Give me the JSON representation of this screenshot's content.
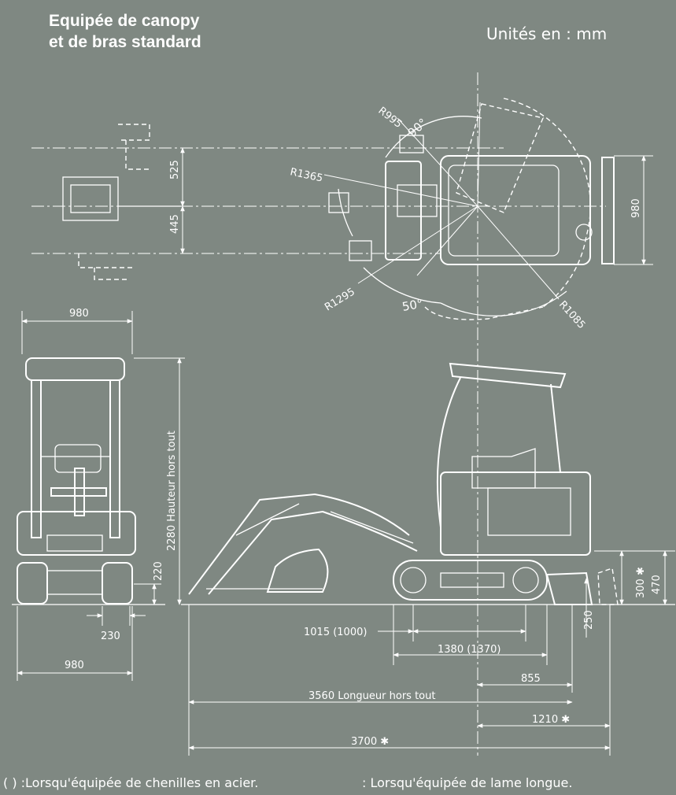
{
  "title": {
    "line1": "Equipée de canopy",
    "line2": "et de bras standard"
  },
  "units": "Unités en  : mm",
  "top_view": {
    "dims": {
      "d525": "525",
      "d445": "445",
      "d980": "980"
    },
    "radii": {
      "r995": "R995",
      "r1365": "R1365",
      "r1295": "R1295",
      "r1085": "R1085"
    },
    "angles": {
      "a90": "90°",
      "a50": "50°"
    }
  },
  "front_view": {
    "dims": {
      "top_width": "980",
      "height": "2280  Hauteur hors tout",
      "ground": "220",
      "track": "230",
      "bottom_width": "980"
    }
  },
  "side_view": {
    "dims": {
      "d300": "300 ✱",
      "d470": "470",
      "d250": "250",
      "d1015": "1015 (1000)",
      "d1380": "1380 (1370)",
      "d855": "855",
      "d3560": "3560 Longueur hors tout",
      "d1210": "1210 ✱",
      "d3700": "3700 ✱"
    }
  },
  "footnotes": {
    "steel": "( ) :Lorsqu'équipée de chenilles en acier.",
    "blade": ": Lorsqu'équipée de lame longue."
  }
}
